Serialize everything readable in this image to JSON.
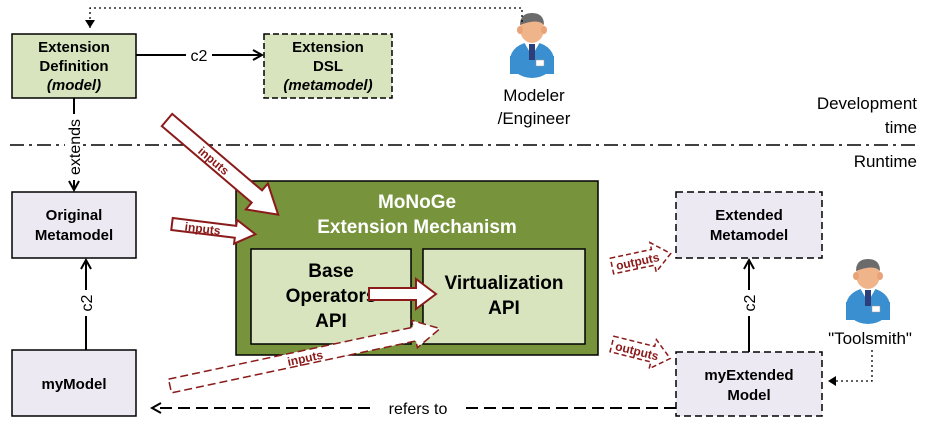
{
  "nodes": {
    "ext_def": {
      "line1": "Extension",
      "line2": "Definition",
      "line3": "(model)"
    },
    "ext_dsl": {
      "line1": "Extension",
      "line2": "DSL",
      "line3": "(metamodel)"
    },
    "orig_meta": {
      "line1": "Original",
      "line2": "Metamodel"
    },
    "my_model": {
      "line1": "myModel"
    },
    "mechanism": {
      "line1": "MoNoGe",
      "line2": "Extension Mechanism"
    },
    "base_ops": {
      "line1": "Base",
      "line2": "Operators",
      "line3": "API"
    },
    "virt_api": {
      "line1": "Virtualization",
      "line2": "API"
    },
    "ext_meta": {
      "line1": "Extended",
      "line2": "Metamodel"
    },
    "my_ext_model": {
      "line1": "myExtended",
      "line2": "Model"
    }
  },
  "actors": {
    "modeler": {
      "line1": "Modeler",
      "line2": "/Engineer"
    },
    "toolsmith": {
      "line1": "\"Toolsmith\""
    }
  },
  "zones": {
    "dev": {
      "line1": "Development",
      "line2": "time"
    },
    "runtime": "Runtime"
  },
  "edges": {
    "c2_top": "c2",
    "extends": "extends",
    "c2_left": "c2",
    "c2_right": "c2",
    "inputs_diag": "inputs",
    "inputs_left": "inputs",
    "inputs_bottom": "inputs",
    "outputs_top": "outputs",
    "outputs_bottom": "outputs",
    "refers_to": "refers to"
  },
  "colors": {
    "green_box": "#d7e4bd",
    "green_dark": "#77933c",
    "lavender_box": "#ece9f3",
    "dark_red": "#8b1a1a"
  }
}
